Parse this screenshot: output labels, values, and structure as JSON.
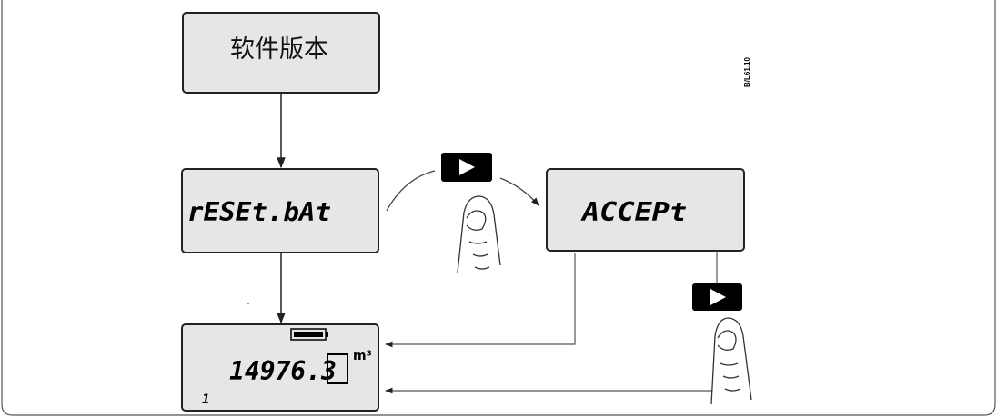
{
  "boxes": {
    "software_version": {
      "label": "软件版本"
    },
    "reset_bat": {
      "display": "rESEt.bAt"
    },
    "accept": {
      "display": "ACCEPt"
    },
    "meter": {
      "reading": "14976.3",
      "unit": "m³",
      "channel": "1"
    }
  },
  "side_code": "B/L61.10",
  "icons": {
    "right_button": "play-triangle-button",
    "finger": "pointing-finger-press",
    "battery": "battery-full"
  },
  "colors": {
    "box_fill": "#e6e6e6",
    "box_stroke": "#222222",
    "button_fill": "#000000",
    "line": "#222222"
  }
}
